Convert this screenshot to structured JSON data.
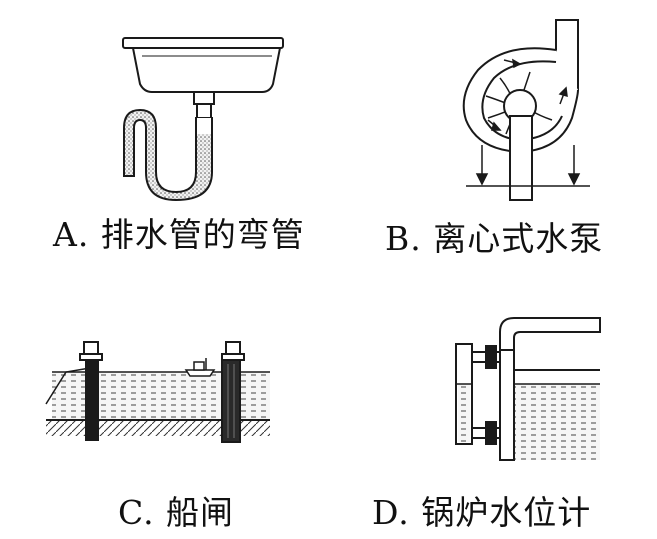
{
  "captions": {
    "a": "A. 排水管的弯管",
    "b": "B. 离心式水泵",
    "c": "C. 船闸",
    "d": "D. 锅炉水位计"
  },
  "colors": {
    "ink": "#1a1a1a",
    "water_fill": "#eeeeee",
    "ground_fill": "#cfcfcf",
    "background": "#ffffff"
  }
}
